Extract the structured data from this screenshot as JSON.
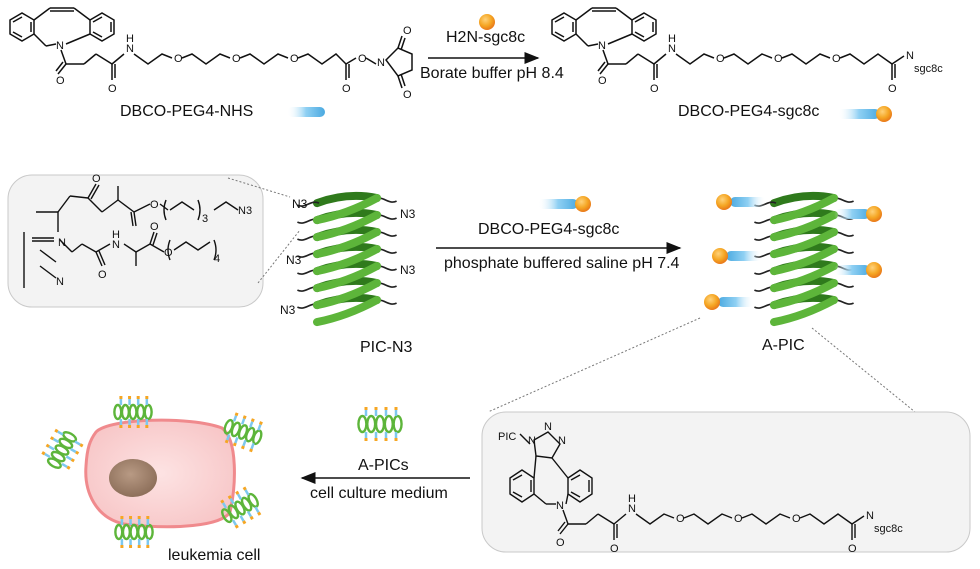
{
  "reaction1": {
    "reactant": "DBCO-PEG4-NHS",
    "reagent": "H2N-sgc8c",
    "conditions": "Borate buffer pH 8.4",
    "product": "DBCO-PEG4-sgc8c"
  },
  "reaction2": {
    "reactant": "PIC-N3",
    "reagent": "DBCO-PEG4-sgc8c",
    "conditions": "phosphate buffered saline pH 7.4",
    "product": "A-PIC"
  },
  "reaction3": {
    "reagent": "A-PICs",
    "conditions": "cell culture medium",
    "product": "leukemia cell"
  },
  "atom_labels": {
    "nitrogen": "N",
    "oxygen": "O",
    "amide_h": "H",
    "azide": "N3",
    "pic": "PIC",
    "sgc8c": "sgc8c",
    "sub3": "3",
    "sub4": "4"
  },
  "colors": {
    "helix_green": "#5db53a",
    "helix_dark": "#2f7a1c",
    "linker_blue": "#7ec8ee",
    "ball_orange": "#f5a623",
    "cell_pink": "#f6c3c4",
    "cell_border": "#f08a8d",
    "nucleus": "#a4856f"
  }
}
